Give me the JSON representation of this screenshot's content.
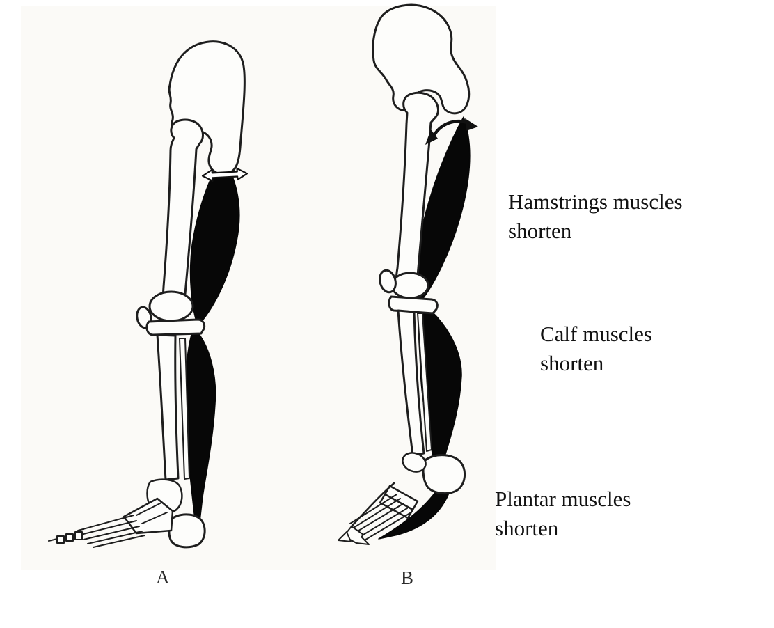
{
  "diagram": {
    "title_visible": false,
    "type": "anatomical-posture-comparison",
    "colors": {
      "page_background": "#ffffff",
      "scan_background": "#fbfaf7",
      "ink": "#1e1e1e",
      "muscle_fill": "#070707",
      "text": "#121212"
    },
    "figures": [
      {
        "label": "A"
      },
      {
        "label": "B"
      }
    ],
    "annotations": [
      {
        "text": "Hamstrings muscles shorten"
      },
      {
        "text": "Calf muscles shorten"
      },
      {
        "text": "Plantar muscles shorten"
      }
    ],
    "icons": [
      {
        "name": "left-right-arrow-icon",
        "meaning": "muscle length marker on figure A"
      },
      {
        "name": "curved-rotation-arrow-icon",
        "meaning": "pelvis anterior tilt on figure B"
      }
    ]
  }
}
